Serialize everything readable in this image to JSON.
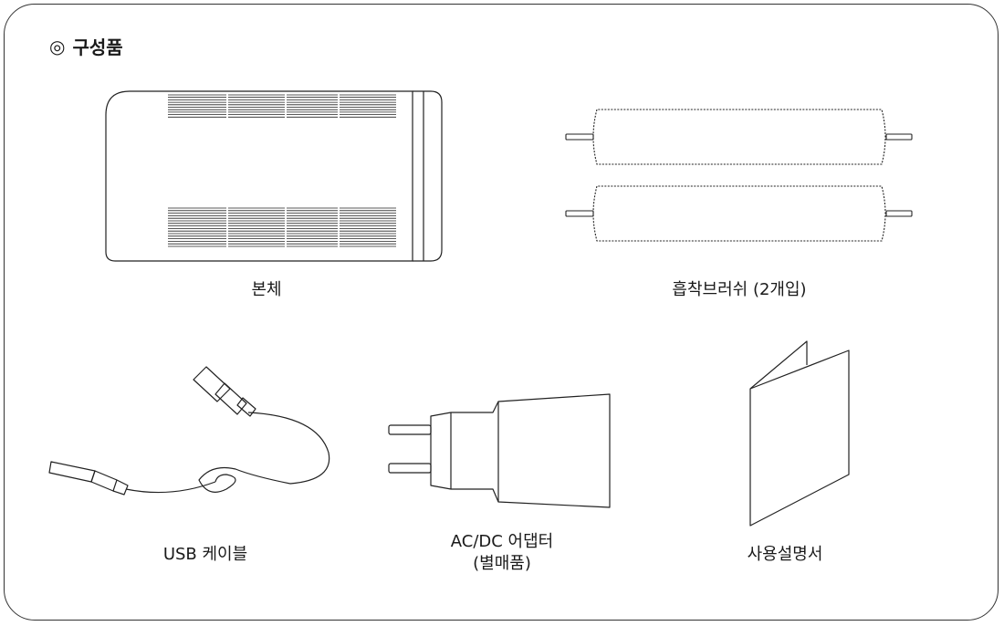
{
  "section": {
    "mark": "◎",
    "title": "구성품"
  },
  "items": [
    {
      "label": "본체"
    },
    {
      "label": "흡착브러쉬 (2개입)"
    },
    {
      "label": "USB 케이블"
    },
    {
      "label_line1": "AC/DC 어댑터",
      "label_line2": "(별매품)"
    },
    {
      "label": "사용설명서"
    }
  ]
}
